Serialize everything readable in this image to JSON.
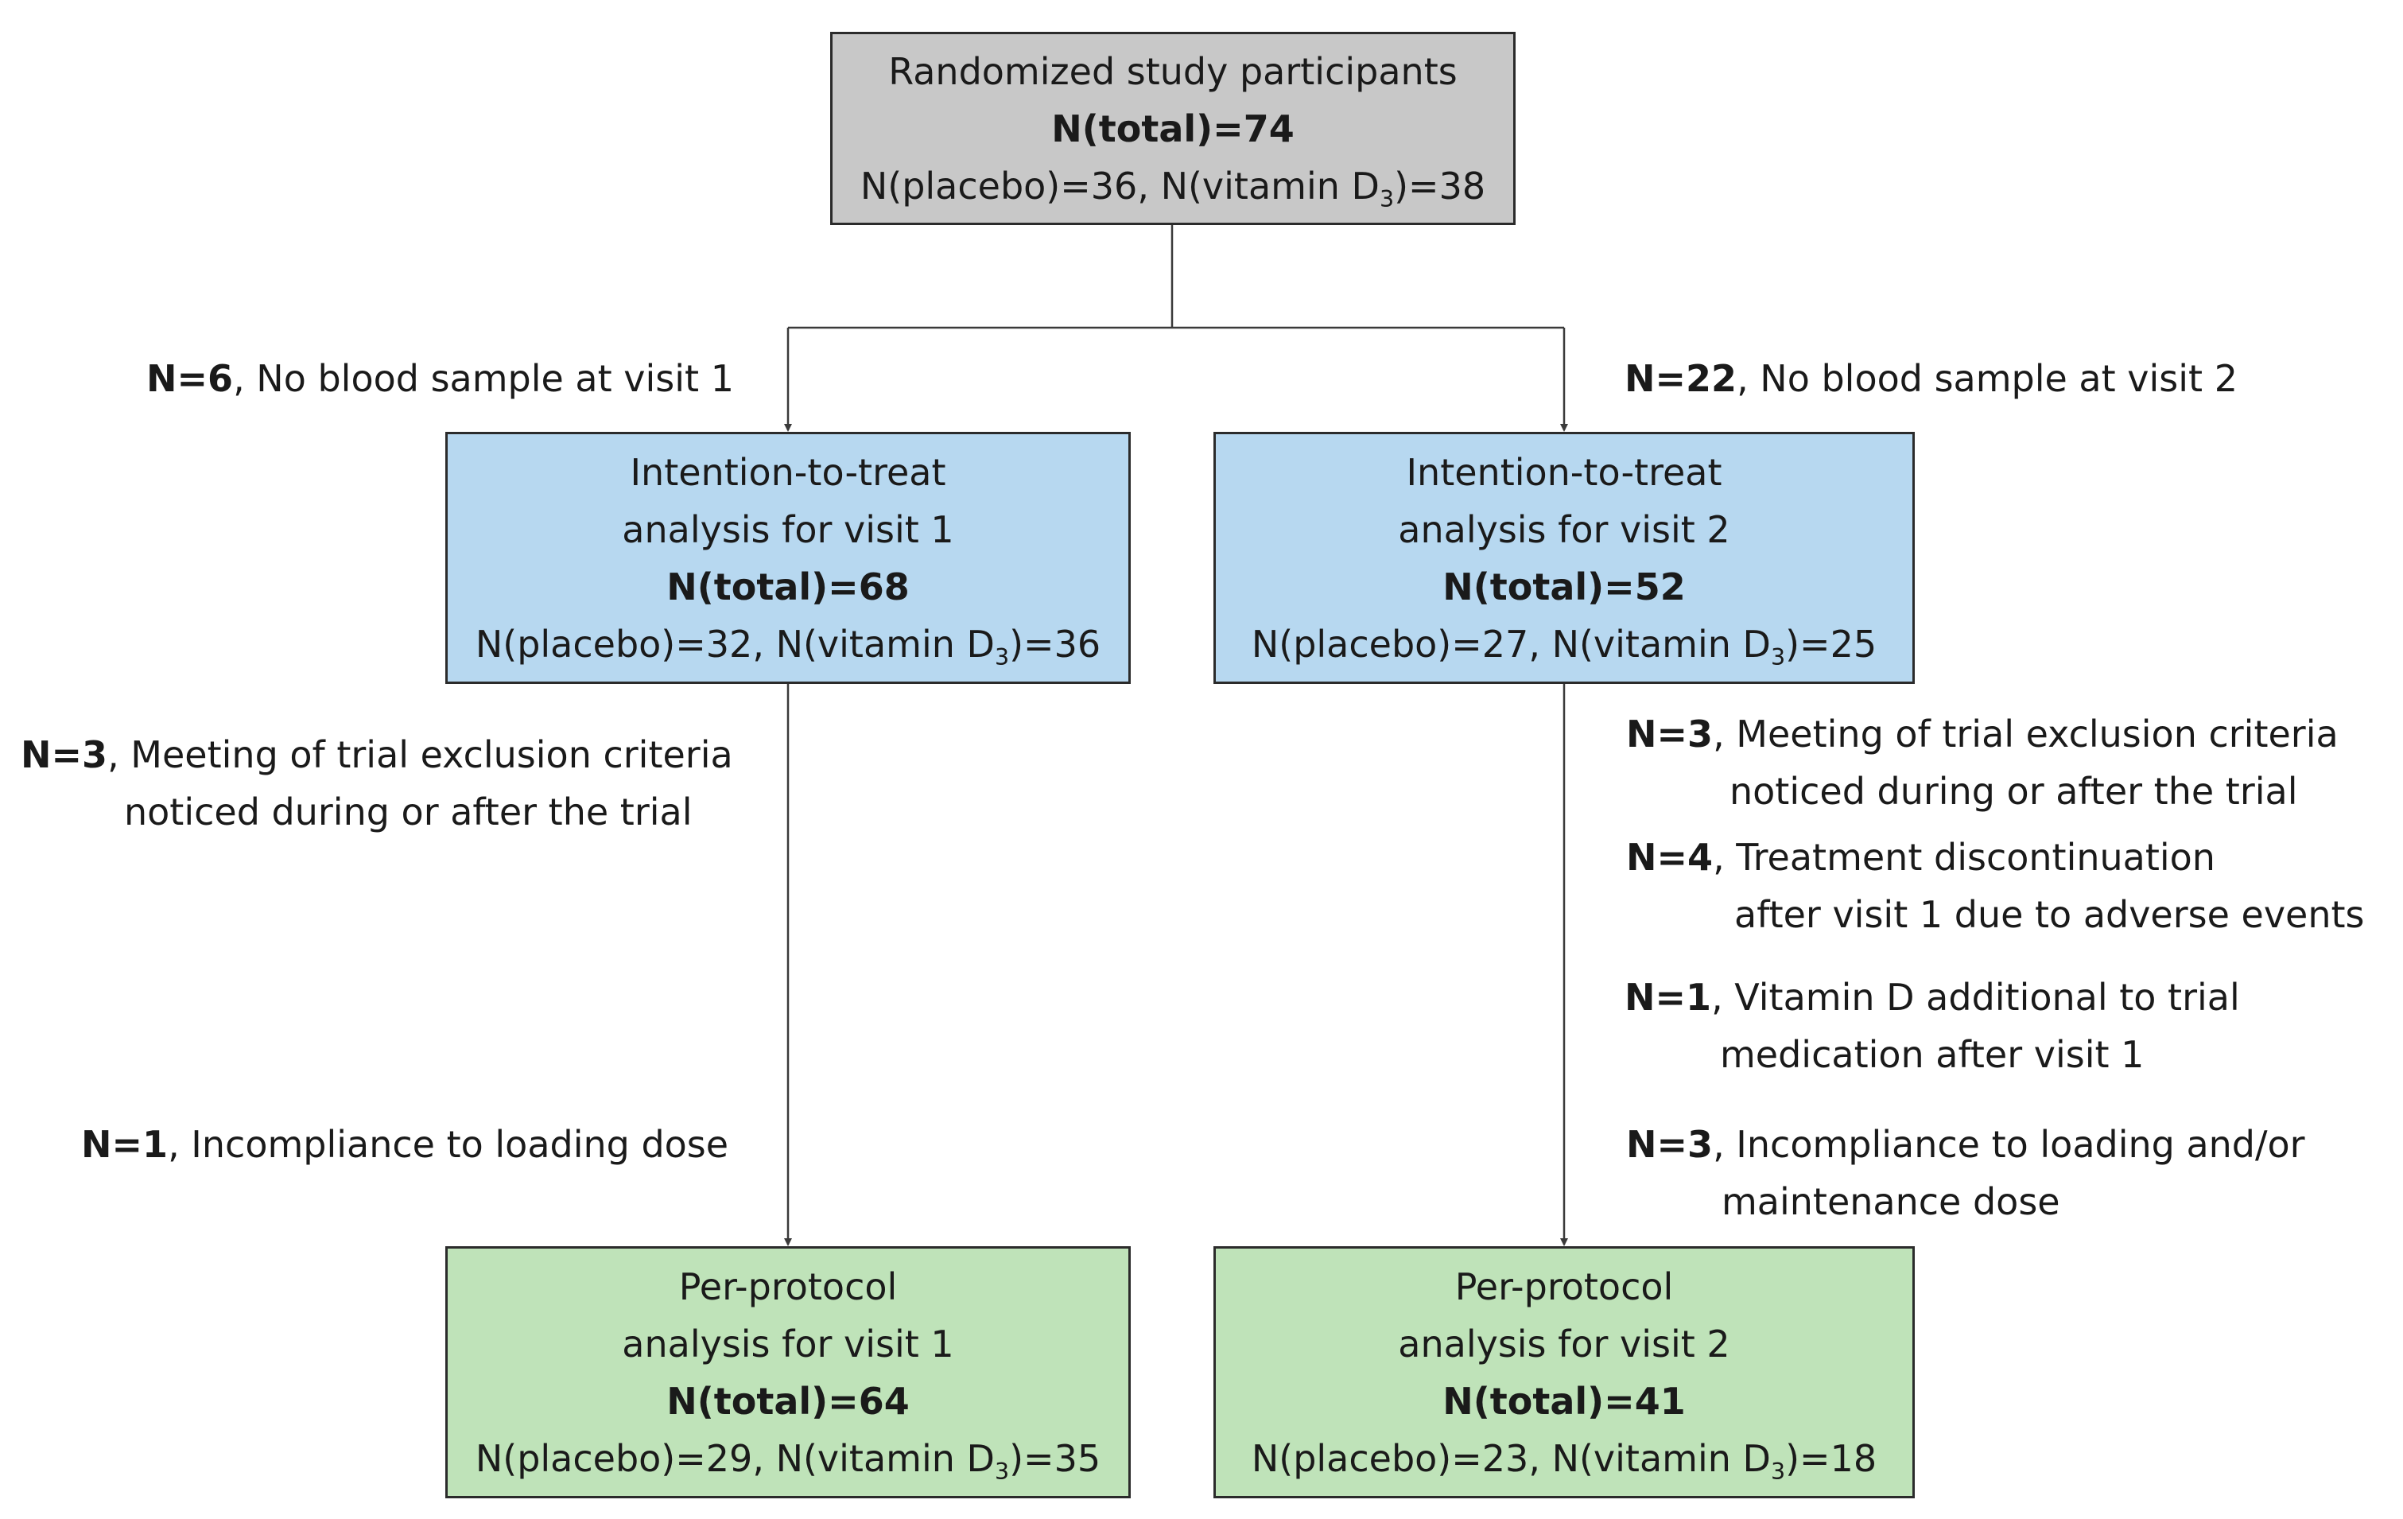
{
  "boxes": {
    "randomized": {
      "title": "Randomized study participants",
      "total": "N(total)=74",
      "groups_prefix": "N(placebo)=36, N(vitamin D",
      "groups_sub": "3",
      "groups_suffix": ")=38"
    },
    "itt_visit1": {
      "title_1": "Intention-to-treat",
      "title_2": "analysis for visit 1",
      "total": "N(total)=68",
      "groups_prefix": "N(placebo)=32, N(vitamin D",
      "groups_sub": "3",
      "groups_suffix": ")=36"
    },
    "itt_visit2": {
      "title_1": "Intention-to-treat",
      "title_2": "analysis for visit 2",
      "total": "N(total)=52",
      "groups_prefix": "N(placebo)=27, N(vitamin D",
      "groups_sub": "3",
      "groups_suffix": ")=25"
    },
    "pp_visit1": {
      "title_1": "Per-protocol",
      "title_2": "analysis for visit 1",
      "total": "N(total)=64",
      "groups_prefix": "N(placebo)=29, N(vitamin D",
      "groups_sub": "3",
      "groups_suffix": ")=35"
    },
    "pp_visit2": {
      "title_1": "Per-protocol",
      "title_2": "analysis for visit 2",
      "total": "N(total)=41",
      "groups_prefix": "N(placebo)=23, N(vitamin D",
      "groups_sub": "3",
      "groups_suffix": ")=18"
    }
  },
  "exclusions": {
    "no_blood_v1": {
      "n": "N=6",
      "text": ", No blood sample at visit 1"
    },
    "no_blood_v2": {
      "n": "N=22",
      "text": ", No blood sample at visit 2"
    },
    "criteria_v1": {
      "n": "N=3",
      "text_1": ", Meeting of trial exclusion criteria",
      "text_2": "noticed during or after the trial"
    },
    "loading_v1": {
      "n": "N=1",
      "text": ", Incompliance to loading dose"
    },
    "criteria_v2": {
      "n": "N=3",
      "text_1": ", Meeting of trial exclusion criteria",
      "text_2": "noticed during or after the trial"
    },
    "discontinuation_v2": {
      "n": "N=4",
      "text_1": ", Treatment discontinuation",
      "text_2": "after visit 1 due to adverse events"
    },
    "vitd_additional_v2": {
      "n": "N=1",
      "text_1": ", Vitamin D additional to trial",
      "text_2": "medication after visit 1"
    },
    "incompliance_v2": {
      "n": "N=3",
      "text_1": ", Incompliance to loading and/or",
      "text_2": "maintenance dose"
    }
  },
  "colors": {
    "randomized_fill": "#c8c8c8",
    "itt_fill": "#b7d8f0",
    "pp_fill": "#bfe3b9",
    "border": "#2b2b2b"
  }
}
